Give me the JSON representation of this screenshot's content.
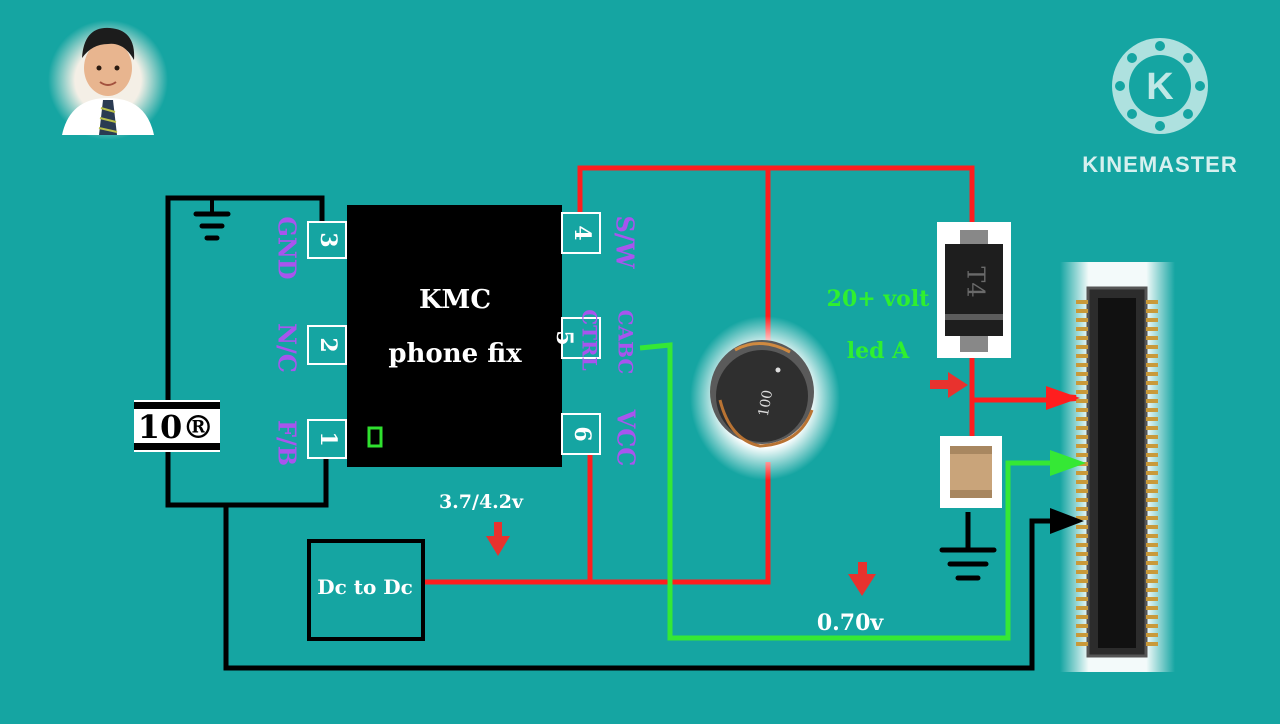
{
  "colors": {
    "background": "#15a5a2",
    "wire_red": "#ff1e1e",
    "wire_black": "#000000",
    "wire_green": "#35e835",
    "pin_label": "#a855ee",
    "voltage_label": "#2ff02f",
    "white": "#ffffff"
  },
  "ic": {
    "title_line1": "KMC",
    "title_line2": "phone fix",
    "pins_left": [
      {
        "number": "3",
        "name": "GND"
      },
      {
        "number": "2",
        "name": "N/C"
      },
      {
        "number": "1",
        "name": "F/B"
      }
    ],
    "pins_right": [
      {
        "number": "4",
        "name": "S/W"
      },
      {
        "number": "5",
        "name": "CTRL"
      },
      {
        "number": "6",
        "name": "VCC"
      }
    ],
    "pin5_extra": "CABC"
  },
  "resistor_label": "10®",
  "dc_box_label": "Dc to Dc",
  "voltages": {
    "battery": "3.7/4.2v",
    "led_a_line1": "20+ volt",
    "led_a_line2": "led A",
    "cabc": "0.70v"
  },
  "inductor_marking": "100",
  "diode_marking": "T4",
  "logo": {
    "letter": "K",
    "text": "KINEMASTER"
  },
  "icons": [
    "avatar-photo",
    "ground-symbol",
    "kinemaster-logo",
    "arrow-down-icon",
    "arrow-right-icon"
  ]
}
